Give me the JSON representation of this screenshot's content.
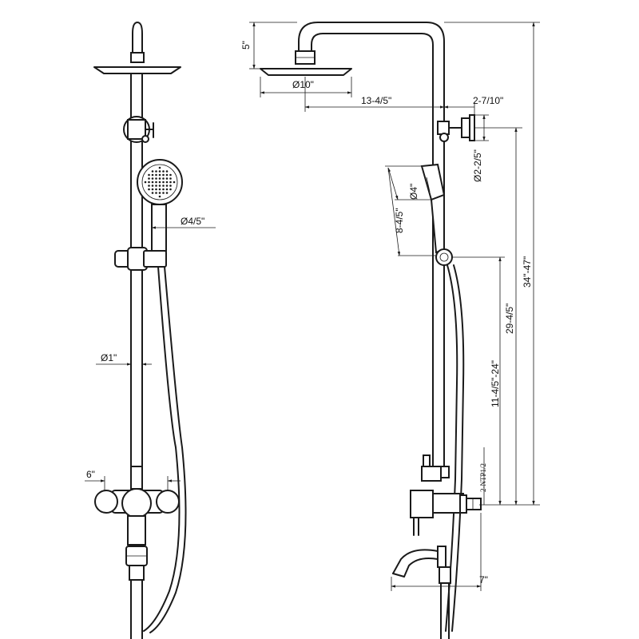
{
  "dimensions": {
    "rain_height": "5\"",
    "rain_diameter": "Ø10\"",
    "arm_reach": "13-4/5\"",
    "wall_offset": "2-7/10\"",
    "bracket_diameter": "Ø2-2/5\"",
    "hand_diameter": "Ø4\"",
    "hand_length": "8-4/5\"",
    "handle_diameter": "Ø4/5\"",
    "overall_height": "34\"-47\"",
    "slide_height": "29-4/5\"",
    "slide_range": "11-4/5\"-24\"",
    "pipe_diameter": "Ø1\"",
    "inlet_spacing": "6\"",
    "inlet_thread": "2-NTP1/2",
    "spout_reach": "7\""
  }
}
